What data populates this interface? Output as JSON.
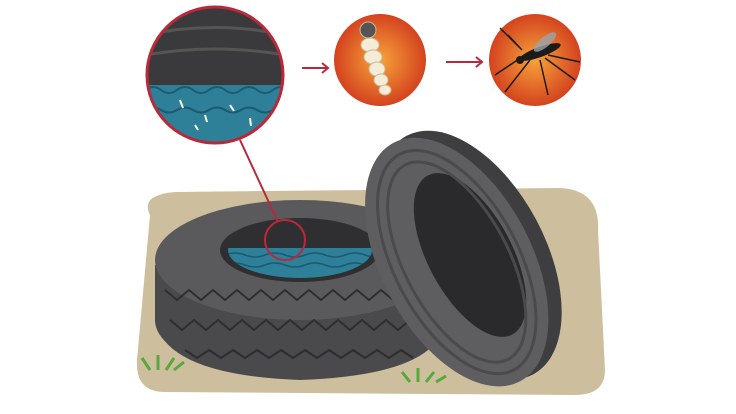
{
  "colors": {
    "ground": "#cdbf9e",
    "tire": "#4a4a4c",
    "tire_light": "#6b6b6e",
    "water": "#2e7f98",
    "highlight_ring": "#b8293a",
    "orange_bg": "#e9632a",
    "grass": "#58a83a"
  },
  "scene": {
    "stages": [
      "water-in-tire",
      "larva",
      "mosquito"
    ]
  }
}
